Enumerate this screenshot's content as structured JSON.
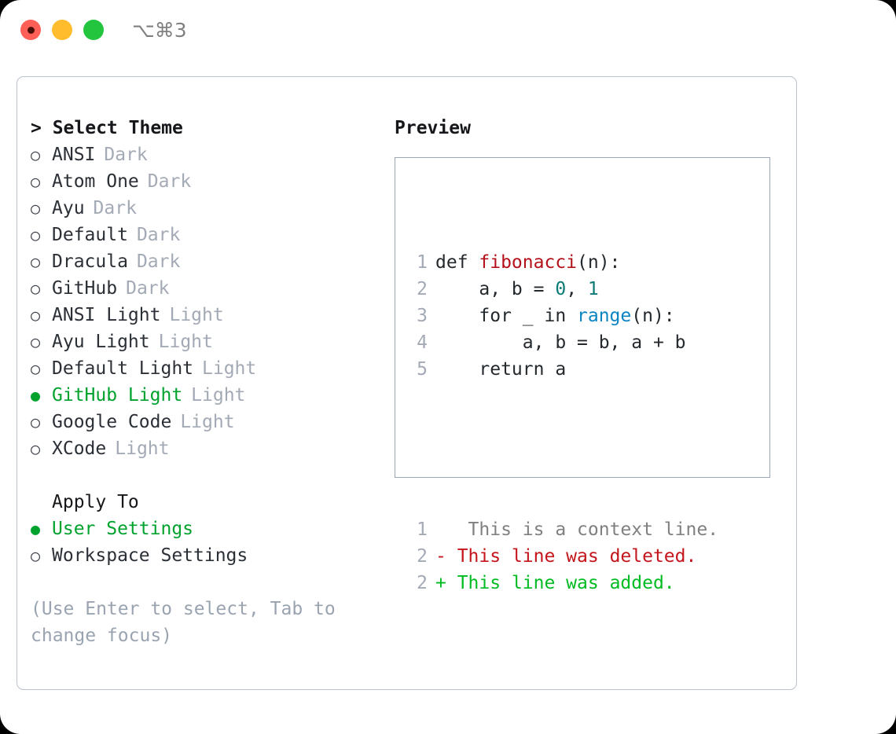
{
  "titlebar": {
    "shortcut": "⌥⌘3",
    "lights": [
      {
        "name": "close",
        "color": "#ff5f57"
      },
      {
        "name": "minimize",
        "color": "#ffbd2e"
      },
      {
        "name": "zoom",
        "color": "#23c53e"
      }
    ]
  },
  "theme_picker": {
    "header": "> Select Theme",
    "items": [
      {
        "marker": "○",
        "label": "ANSI",
        "variant": "Dark",
        "selected": false
      },
      {
        "marker": "○",
        "label": "Atom One",
        "variant": "Dark",
        "selected": false
      },
      {
        "marker": "○",
        "label": "Ayu",
        "variant": "Dark",
        "selected": false
      },
      {
        "marker": "○",
        "label": "Default",
        "variant": "Dark",
        "selected": false
      },
      {
        "marker": "○",
        "label": "Dracula",
        "variant": "Dark",
        "selected": false
      },
      {
        "marker": "○",
        "label": "GitHub",
        "variant": "Dark",
        "selected": false
      },
      {
        "marker": "○",
        "label": "ANSI Light",
        "variant": "Light",
        "selected": false
      },
      {
        "marker": "○",
        "label": "Ayu Light",
        "variant": "Light",
        "selected": false
      },
      {
        "marker": "○",
        "label": "Default Light",
        "variant": "Light",
        "selected": false
      },
      {
        "marker": "●",
        "label": "GitHub Light",
        "variant": "Light",
        "selected": true
      },
      {
        "marker": "○",
        "label": "Google Code",
        "variant": "Light",
        "selected": false
      },
      {
        "marker": "○",
        "label": "XCode",
        "variant": "Light",
        "selected": false
      }
    ]
  },
  "apply_to": {
    "title": "Apply To",
    "options": [
      {
        "marker": "●",
        "label": "User Settings",
        "selected": true
      },
      {
        "marker": "○",
        "label": "Workspace Settings",
        "selected": false
      }
    ]
  },
  "hint": "(Use Enter to select, Tab to change focus)",
  "preview": {
    "title": "Preview",
    "code_lines": [
      {
        "num": "1",
        "segments": [
          {
            "text": "def ",
            "style": "plain"
          },
          {
            "text": "fibonacci",
            "style": "fn"
          },
          {
            "text": "(n):",
            "style": "plain"
          }
        ]
      },
      {
        "num": "2",
        "segments": [
          {
            "text": "    a, b = ",
            "style": "plain"
          },
          {
            "text": "0",
            "style": "num"
          },
          {
            "text": ", ",
            "style": "plain"
          },
          {
            "text": "1",
            "style": "num"
          }
        ]
      },
      {
        "num": "3",
        "segments": [
          {
            "text": "    for _ in ",
            "style": "plain"
          },
          {
            "text": "range",
            "style": "call"
          },
          {
            "text": "(n):",
            "style": "plain"
          }
        ]
      },
      {
        "num": "4",
        "segments": [
          {
            "text": "        a, b = b, a + b",
            "style": "plain"
          }
        ]
      },
      {
        "num": "5",
        "segments": [
          {
            "text": "    return a",
            "style": "plain"
          }
        ]
      }
    ],
    "diff_lines": [
      {
        "num": "1",
        "marker": " ",
        "text": "  This is a context line.",
        "kind": "context"
      },
      {
        "num": "2",
        "marker": "-",
        "text": " This line was deleted.",
        "kind": "deleted"
      },
      {
        "num": "2",
        "marker": "+",
        "text": " This line was added.",
        "kind": "added"
      }
    ]
  },
  "colors": {
    "accent_green": "#00a22e",
    "muted": "#a3aab5",
    "hint": "#9aa3b0",
    "border": "#b9c2cd",
    "preview_border": "#9aa7b4",
    "keyword_fn": "#b3121b",
    "number": "#0b7a75",
    "call": "#0a84c1",
    "diff_deleted": "#c4151c",
    "diff_added": "#00bb22",
    "diff_context": "#808080"
  }
}
